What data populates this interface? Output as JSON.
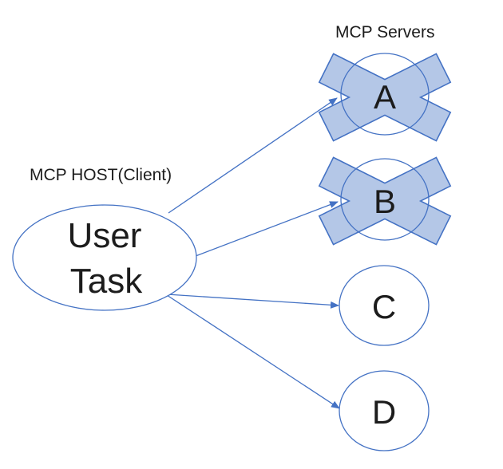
{
  "diagram": {
    "host_label": "MCP HOST(Client)",
    "servers_label": "MCP Servers",
    "task_node": {
      "line1": "User",
      "line2": "Task"
    },
    "servers": [
      {
        "id": "A",
        "label": "A",
        "crossed_out": true
      },
      {
        "id": "B",
        "label": "B",
        "crossed_out": true
      },
      {
        "id": "C",
        "label": "C",
        "crossed_out": false
      },
      {
        "id": "D",
        "label": "D",
        "crossed_out": false
      }
    ],
    "connections": [
      {
        "from": "User Task",
        "to": "A"
      },
      {
        "from": "User Task",
        "to": "B"
      },
      {
        "from": "User Task",
        "to": "C"
      },
      {
        "from": "User Task",
        "to": "D"
      }
    ],
    "colors": {
      "accent": "#4472c4",
      "cross_fill": "#b4c7e7",
      "text": "#1c1c1c",
      "background": "#ffffff"
    }
  }
}
